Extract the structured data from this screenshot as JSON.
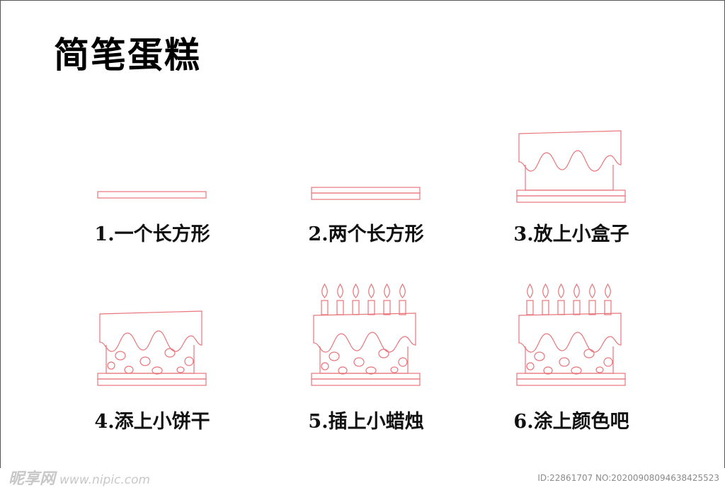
{
  "title": "简笔蛋糕",
  "colors": {
    "stroke": "#e8757a",
    "text": "#111111"
  },
  "steps": [
    {
      "label": "1.一个长方形",
      "stage": 1
    },
    {
      "label": "2.两个长方形",
      "stage": 2
    },
    {
      "label": "3.放上小盒子",
      "stage": 3
    },
    {
      "label": "4.添上小饼干",
      "stage": 4
    },
    {
      "label": "5.插上小蜡烛",
      "stage": 5
    },
    {
      "label": "6.涂上颜色吧",
      "stage": 6
    }
  ],
  "watermark": {
    "site": "昵享网",
    "url": "www.nipic.com",
    "id_text": "ID:22861707 NO:20200908094638425523"
  }
}
